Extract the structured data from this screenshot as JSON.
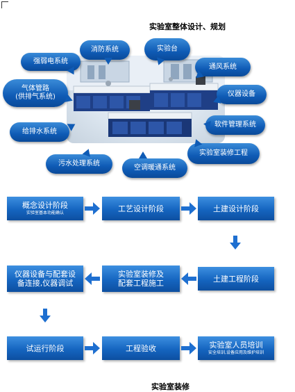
{
  "header": {
    "title": "实验室整体设计、规划"
  },
  "footer": {
    "title": "实验室装修"
  },
  "bubbles": {
    "weak_current": "强弱电系统",
    "fire": "消防系统",
    "lab_bench": "实验台",
    "ventilation": "通风系统",
    "gas_line1": "气体管路",
    "gas_line2": "(供排气系统)",
    "instrument": "仪器设备",
    "software": "软件管理系统",
    "water": "给排水系统",
    "decoration": "实验室装修工程",
    "sewage": "污水处理系统",
    "hvac": "空调暖通系统"
  },
  "steps": {
    "concept": {
      "label": "概念设计阶段",
      "sub": "实验室基本功能确认"
    },
    "process": {
      "label": "工艺设计阶段"
    },
    "civil_design": {
      "label": "土建设计阶段"
    },
    "civil_works": {
      "label": "土建工程阶段"
    },
    "fitout": {
      "label1": "实验室装修及",
      "label2": "配套工程施工"
    },
    "equipment": {
      "label1": "仪器设备与配套设",
      "label2": "备连接,仪器调试"
    },
    "trial": {
      "label": "试运行阶段"
    },
    "acceptance": {
      "label": "工程验收"
    },
    "training": {
      "label": "实验室人员培训",
      "sub": "安全培训,设备应用及维护培训"
    }
  },
  "colors": {
    "primary_blue": "#1565c0",
    "arrow_blue": "#1e6fd0"
  }
}
